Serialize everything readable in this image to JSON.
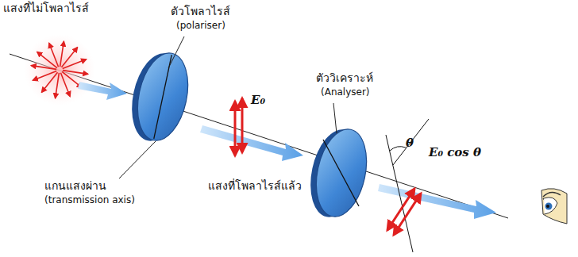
{
  "diagram": {
    "labels": [
      "แสงที่ไม่โพลาไรส์",
      "ตัวโพลาไรส์",
      "(polariser)",
      "E₀",
      "ตัววิเคราะห์",
      "(Analyser)",
      "θ",
      "E₀ cos θ",
      "แกนแสงผ่าน",
      "(transmission axis)",
      "แสงที่โพลาไรส์แล้ว"
    ]
  }
}
